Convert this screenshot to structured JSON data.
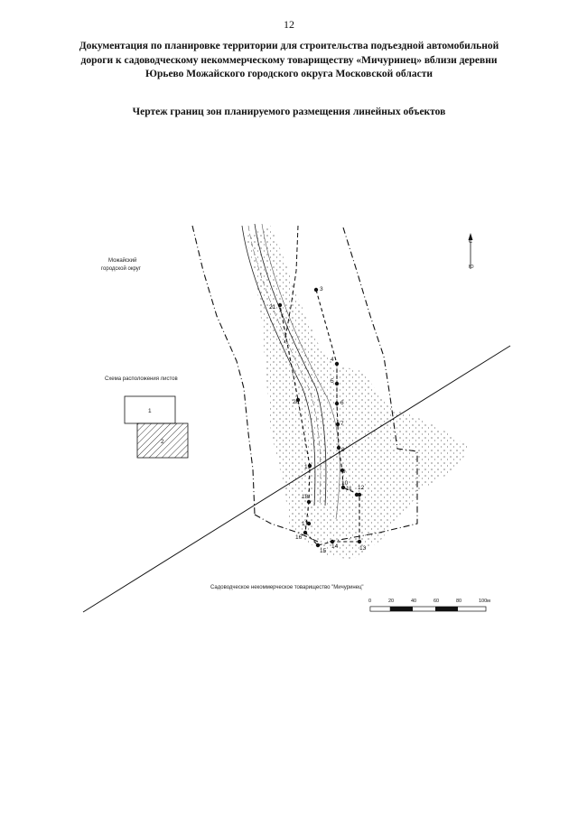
{
  "page_number": "12",
  "title_lines": [
    "Документация по планировке территории для строительства подъездной автомобильной",
    "дороги к садоводческому некоммерческому товариществу «Мичуринец» вблизи деревни",
    "Юрьево Можайского городского округа Московской области"
  ],
  "drawing_title": "Чертеж границ зон планируемого размещения линейных объектов",
  "map": {
    "district_label_line1": "Можайский",
    "district_label_line2": "городской округ",
    "sheet_scheme_label": "Схема расположения листов",
    "sheet_1": "1",
    "sheet_2": "2",
    "snt_label": "Садоводческое некоммерческое товарищество \"Мичуринец\"",
    "north_label": "С",
    "south_label": "Ю",
    "point_labels": [
      "3",
      "4",
      "5",
      "6",
      "7",
      "8",
      "9",
      "10",
      "11",
      "12",
      "13",
      "14",
      "15",
      "16",
      "17",
      "18",
      "19",
      "20",
      "21"
    ],
    "scale_ticks": [
      "0",
      "20",
      "40",
      "60",
      "80",
      "100м"
    ]
  }
}
